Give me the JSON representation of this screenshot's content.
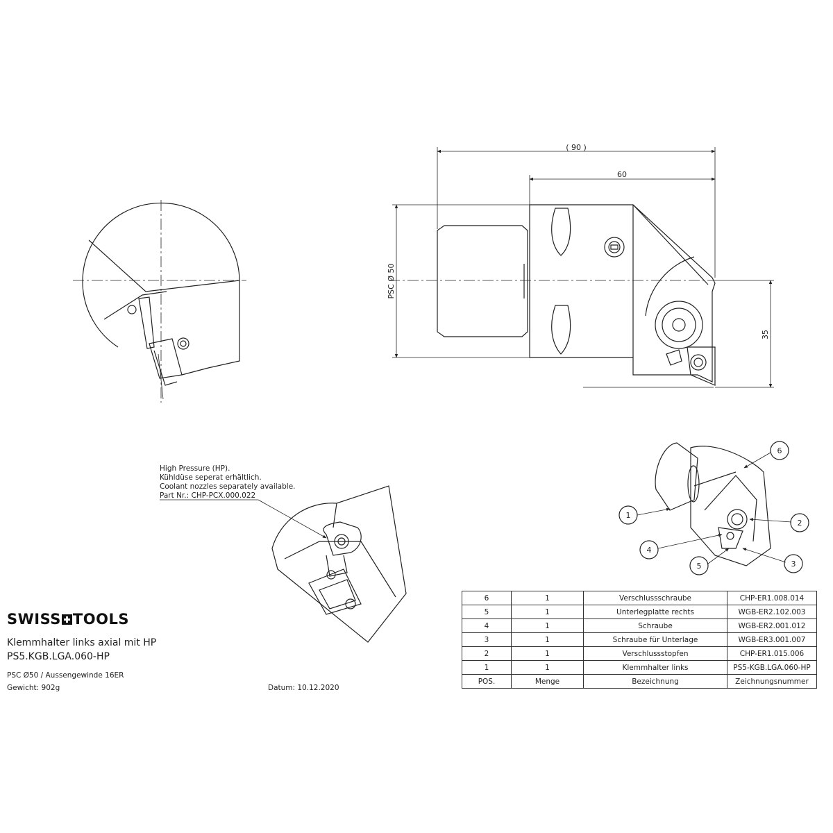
{
  "dimensions": {
    "overall_length": "( 90 )",
    "body_length": "60",
    "diameter": "PSC Ø 50",
    "height": "35"
  },
  "note_lines": [
    "High Pressure (HP).",
    "Kühldüse seperat erhältlich.",
    "Coolant nozzles separately available.",
    "Part Nr.: CHP-PCX.000.022"
  ],
  "callouts": [
    "1",
    "2",
    "3",
    "4",
    "5",
    "6"
  ],
  "brand": {
    "left": "SWISS",
    "right": "TOOLS",
    "mark": "plus-cross-icon"
  },
  "title_line_1": "Klemmhalter links axial mit HP",
  "title_line_2": "PS5.KGB.LGA.060-HP",
  "spec_line_1": "PSC Ø50 / Aussengewinde 16ER",
  "spec_line_2": "Gewicht: 902g",
  "date_label": "Datum: 10.12.2020",
  "parts_table": {
    "rows": [
      [
        "6",
        "1",
        "Verschlussschraube",
        "CHP-ER1.008.014"
      ],
      [
        "5",
        "1",
        "Unterlegplatte rechts",
        "WGB-ER2.102.003"
      ],
      [
        "4",
        "1",
        "Schraube",
        "WGB-ER2.001.012"
      ],
      [
        "3",
        "1",
        "Schraube für Unterlage",
        "WGB-ER3.001.007"
      ],
      [
        "2",
        "1",
        "Verschlussstopfen",
        "CHP-ER1.015.006"
      ],
      [
        "1",
        "1",
        "Klemmhalter links",
        "PS5-KGB.LGA.060-HP"
      ]
    ],
    "header": [
      "POS.",
      "Menge",
      "Bezeichnung",
      "Zeichnungsnummer"
    ]
  }
}
